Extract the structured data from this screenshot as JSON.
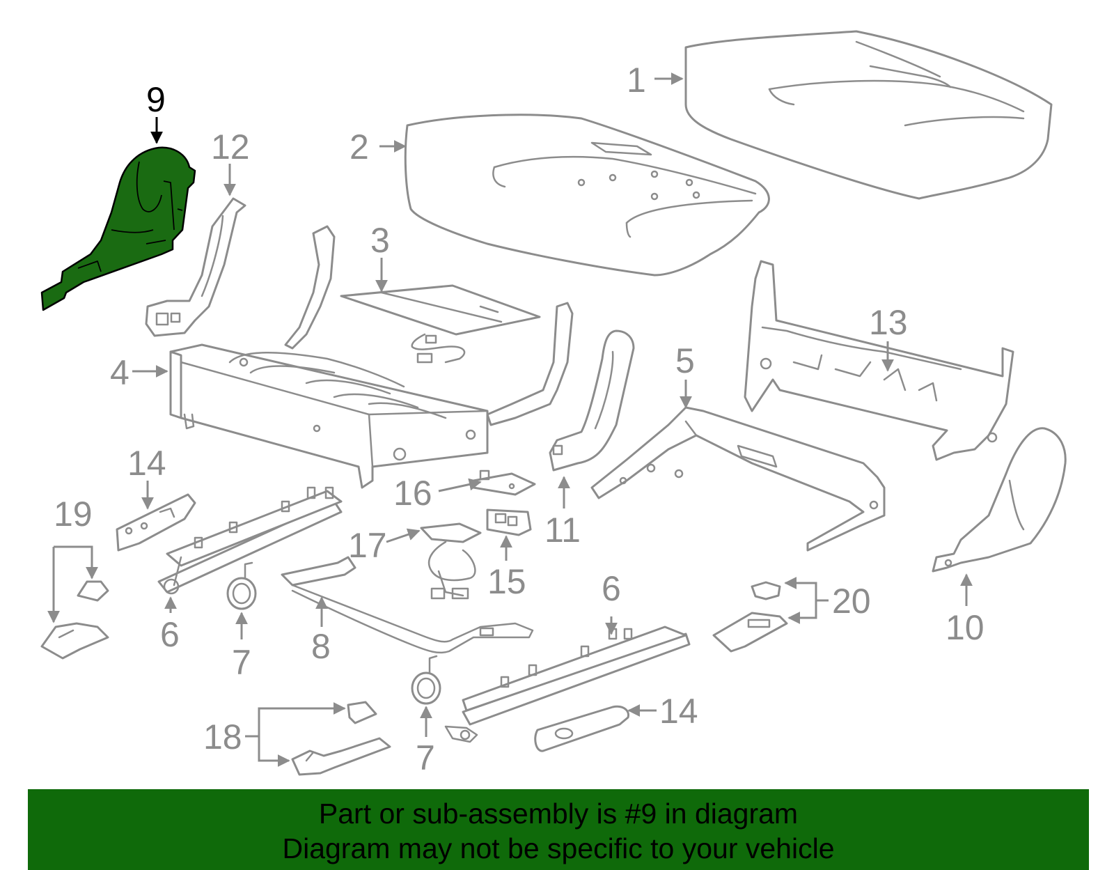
{
  "diagram": {
    "highlight_color": "#1a6b12",
    "line_color": "#8c8c8c",
    "callouts": [
      {
        "id": "1",
        "text": "1"
      },
      {
        "id": "2",
        "text": "2"
      },
      {
        "id": "3",
        "text": "3"
      },
      {
        "id": "4",
        "text": "4"
      },
      {
        "id": "5",
        "text": "5"
      },
      {
        "id": "6a",
        "text": "6"
      },
      {
        "id": "6b",
        "text": "6"
      },
      {
        "id": "7a",
        "text": "7"
      },
      {
        "id": "7b",
        "text": "7"
      },
      {
        "id": "8",
        "text": "8"
      },
      {
        "id": "9",
        "text": "9",
        "highlighted": true
      },
      {
        "id": "10",
        "text": "10"
      },
      {
        "id": "11",
        "text": "11"
      },
      {
        "id": "12",
        "text": "12"
      },
      {
        "id": "13",
        "text": "13"
      },
      {
        "id": "14a",
        "text": "14"
      },
      {
        "id": "14b",
        "text": "14"
      },
      {
        "id": "15",
        "text": "15"
      },
      {
        "id": "16",
        "text": "16"
      },
      {
        "id": "17",
        "text": "17"
      },
      {
        "id": "18",
        "text": "18"
      },
      {
        "id": "19",
        "text": "19"
      },
      {
        "id": "20",
        "text": "20"
      }
    ]
  },
  "banner": {
    "background": "#0f6a0a",
    "line1": "Part or sub-assembly is #9 in diagram",
    "line2": "Diagram may not be specific to your vehicle"
  }
}
